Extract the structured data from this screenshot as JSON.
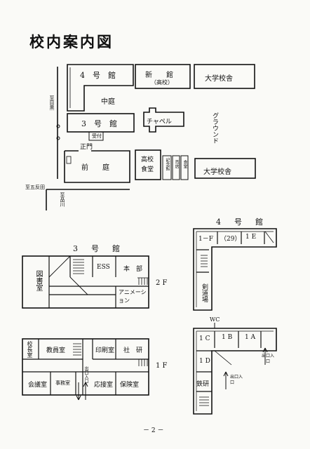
{
  "title": "校内案内図",
  "page_number": "－ 2 －",
  "campus": {
    "bldg4": "4　号　館",
    "new_bldg": "新　　館",
    "new_bldg_sub": "（高校）",
    "univ1": "大学校舎",
    "courtyard": "中庭",
    "bldg3": "3　号　館",
    "chapel": "チャペル",
    "ground": "グラウンド",
    "front_gate": "正門",
    "front_garden": "前　　庭",
    "hs_cafeteria_1": "高校",
    "hs_cafeteria_2": "食堂",
    "kinenkan": "記念館",
    "store": "売店",
    "shokudo": "食堂",
    "univ2": "大学校舎",
    "road_meguro": "至目黒",
    "road_gotanda": "至五反田",
    "road_shinagawa": "至品川",
    "guard": "受付"
  },
  "b3": {
    "title": "3　号　館",
    "floor2": "2 F",
    "floor1": "1 F",
    "library": "図書室",
    "ess": "ESS",
    "honbu": "本　部",
    "anime": "アニメーション",
    "kochoshitsu": "校長室",
    "kyoinshitsu": "教員室",
    "insatsu": "印刷室",
    "shaken": "社　研",
    "kaigi": "会議室",
    "jimu": "事務室",
    "entrance": "出口入口",
    "oosetsu": "応接室",
    "hoken": "保険室"
  },
  "b4": {
    "title": "4　号　館",
    "r1f": "1－F",
    "r29": "（29）",
    "r1e": "1 E",
    "kendo": "剣道場",
    "wc": "WC",
    "r1c": "1 C",
    "r1b": "1 B",
    "r1a": "1 A",
    "r1d": "1 D",
    "tekken": "鉄研",
    "exit1": "出口入口",
    "exit2": "出口入口"
  }
}
